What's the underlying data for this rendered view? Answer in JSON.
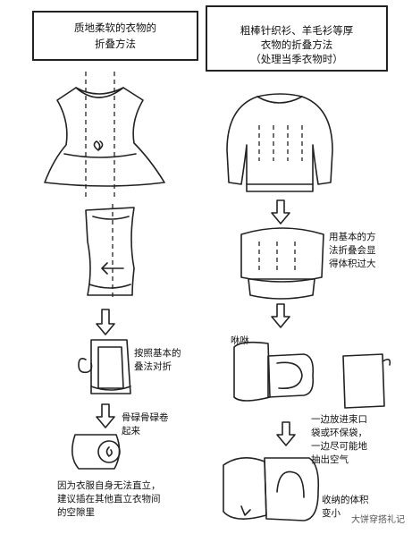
{
  "left": {
    "title_lines": [
      "质地柔软的衣物的",
      "折叠方法"
    ],
    "note_fold": [
      "按照基本的",
      "叠法对折"
    ],
    "note_roll": [
      "骨碌骨碌卷",
      "起来"
    ],
    "bottom_note": [
      "因为衣服自身无法直立，",
      "建议插在其他直立衣物间",
      "的空隙里"
    ]
  },
  "right": {
    "title_lines": [
      "粗棒针织衫、羊毛衫等厚",
      "衣物的折叠方法",
      "（处理当季衣物时）"
    ],
    "note_bulky": [
      "用基本的方",
      "法折叠会显",
      "得体积过大"
    ],
    "sound": "咻咻",
    "note_bag": [
      "一边放进束口",
      "袋或环保袋，",
      "一边尽可能地",
      "抽出空气"
    ],
    "note_volume": [
      "收纳的体积",
      "变小"
    ]
  },
  "watermark": "大饼穿搭礼记"
}
